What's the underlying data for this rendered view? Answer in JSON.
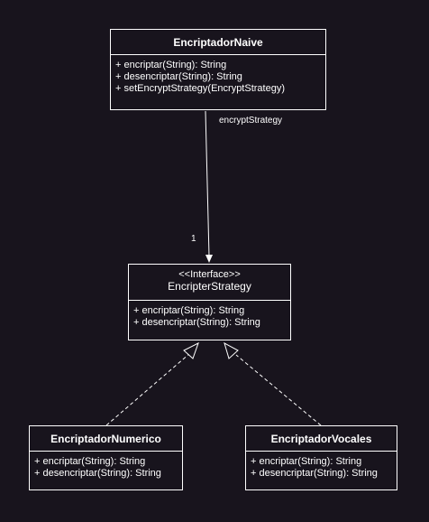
{
  "diagram": {
    "classes": {
      "naive": {
        "name": "EncriptadorNaive",
        "operations": [
          "+ encriptar(String): String",
          "+ desencriptar(String): String",
          "+ setEncryptStrategy(EncryptStrategy)"
        ]
      },
      "strategy": {
        "stereotype": "<<Interface>>",
        "name": "EncripterStrategy",
        "operations": [
          "+ encriptar(String): String",
          "+ desencriptar(String): String"
        ]
      },
      "numerico": {
        "name": "EncriptadorNumerico",
        "operations": [
          "+ encriptar(String): String",
          "+ desencriptar(String): String"
        ]
      },
      "vocales": {
        "name": "EncriptadorVocales",
        "operations": [
          "+ encriptar(String): String",
          "+ desencriptar(String): String"
        ]
      }
    },
    "association": {
      "role": "encryptStrategy",
      "multiplicity": "1"
    },
    "colors": {
      "background": "#18141d",
      "line": "#ffffff"
    }
  }
}
